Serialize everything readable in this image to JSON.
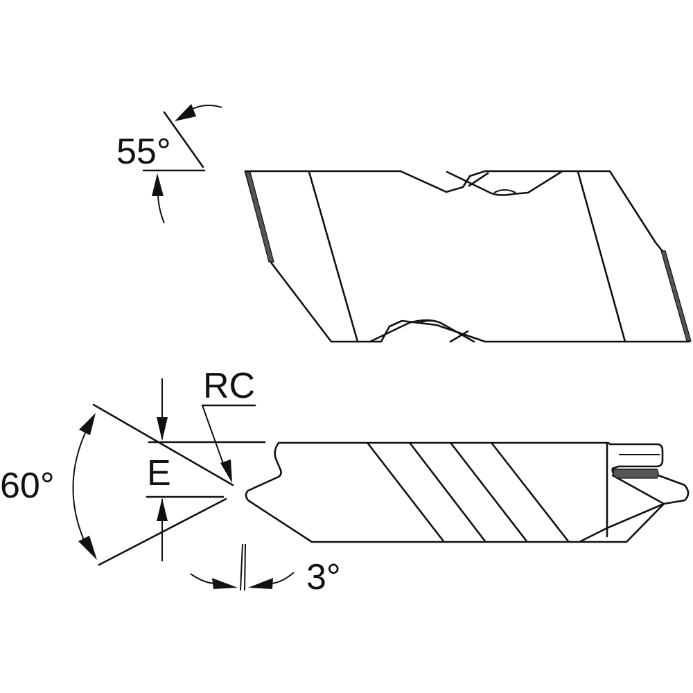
{
  "diagram": {
    "title": "Grooving/threading insert technical drawing",
    "colors": {
      "line": "#111111",
      "background": "#ffffff",
      "shade": "#555555"
    },
    "top_view": {
      "angle_label": "55°",
      "description": "Parallelogram insert top view with clamping notches"
    },
    "side_view": {
      "included_angle_label": "60°",
      "dimension_label": "E",
      "corner_radius_label": "RC",
      "clearance_angle_label": "3°",
      "description": "Side view of insert profile with helical grooves"
    }
  }
}
